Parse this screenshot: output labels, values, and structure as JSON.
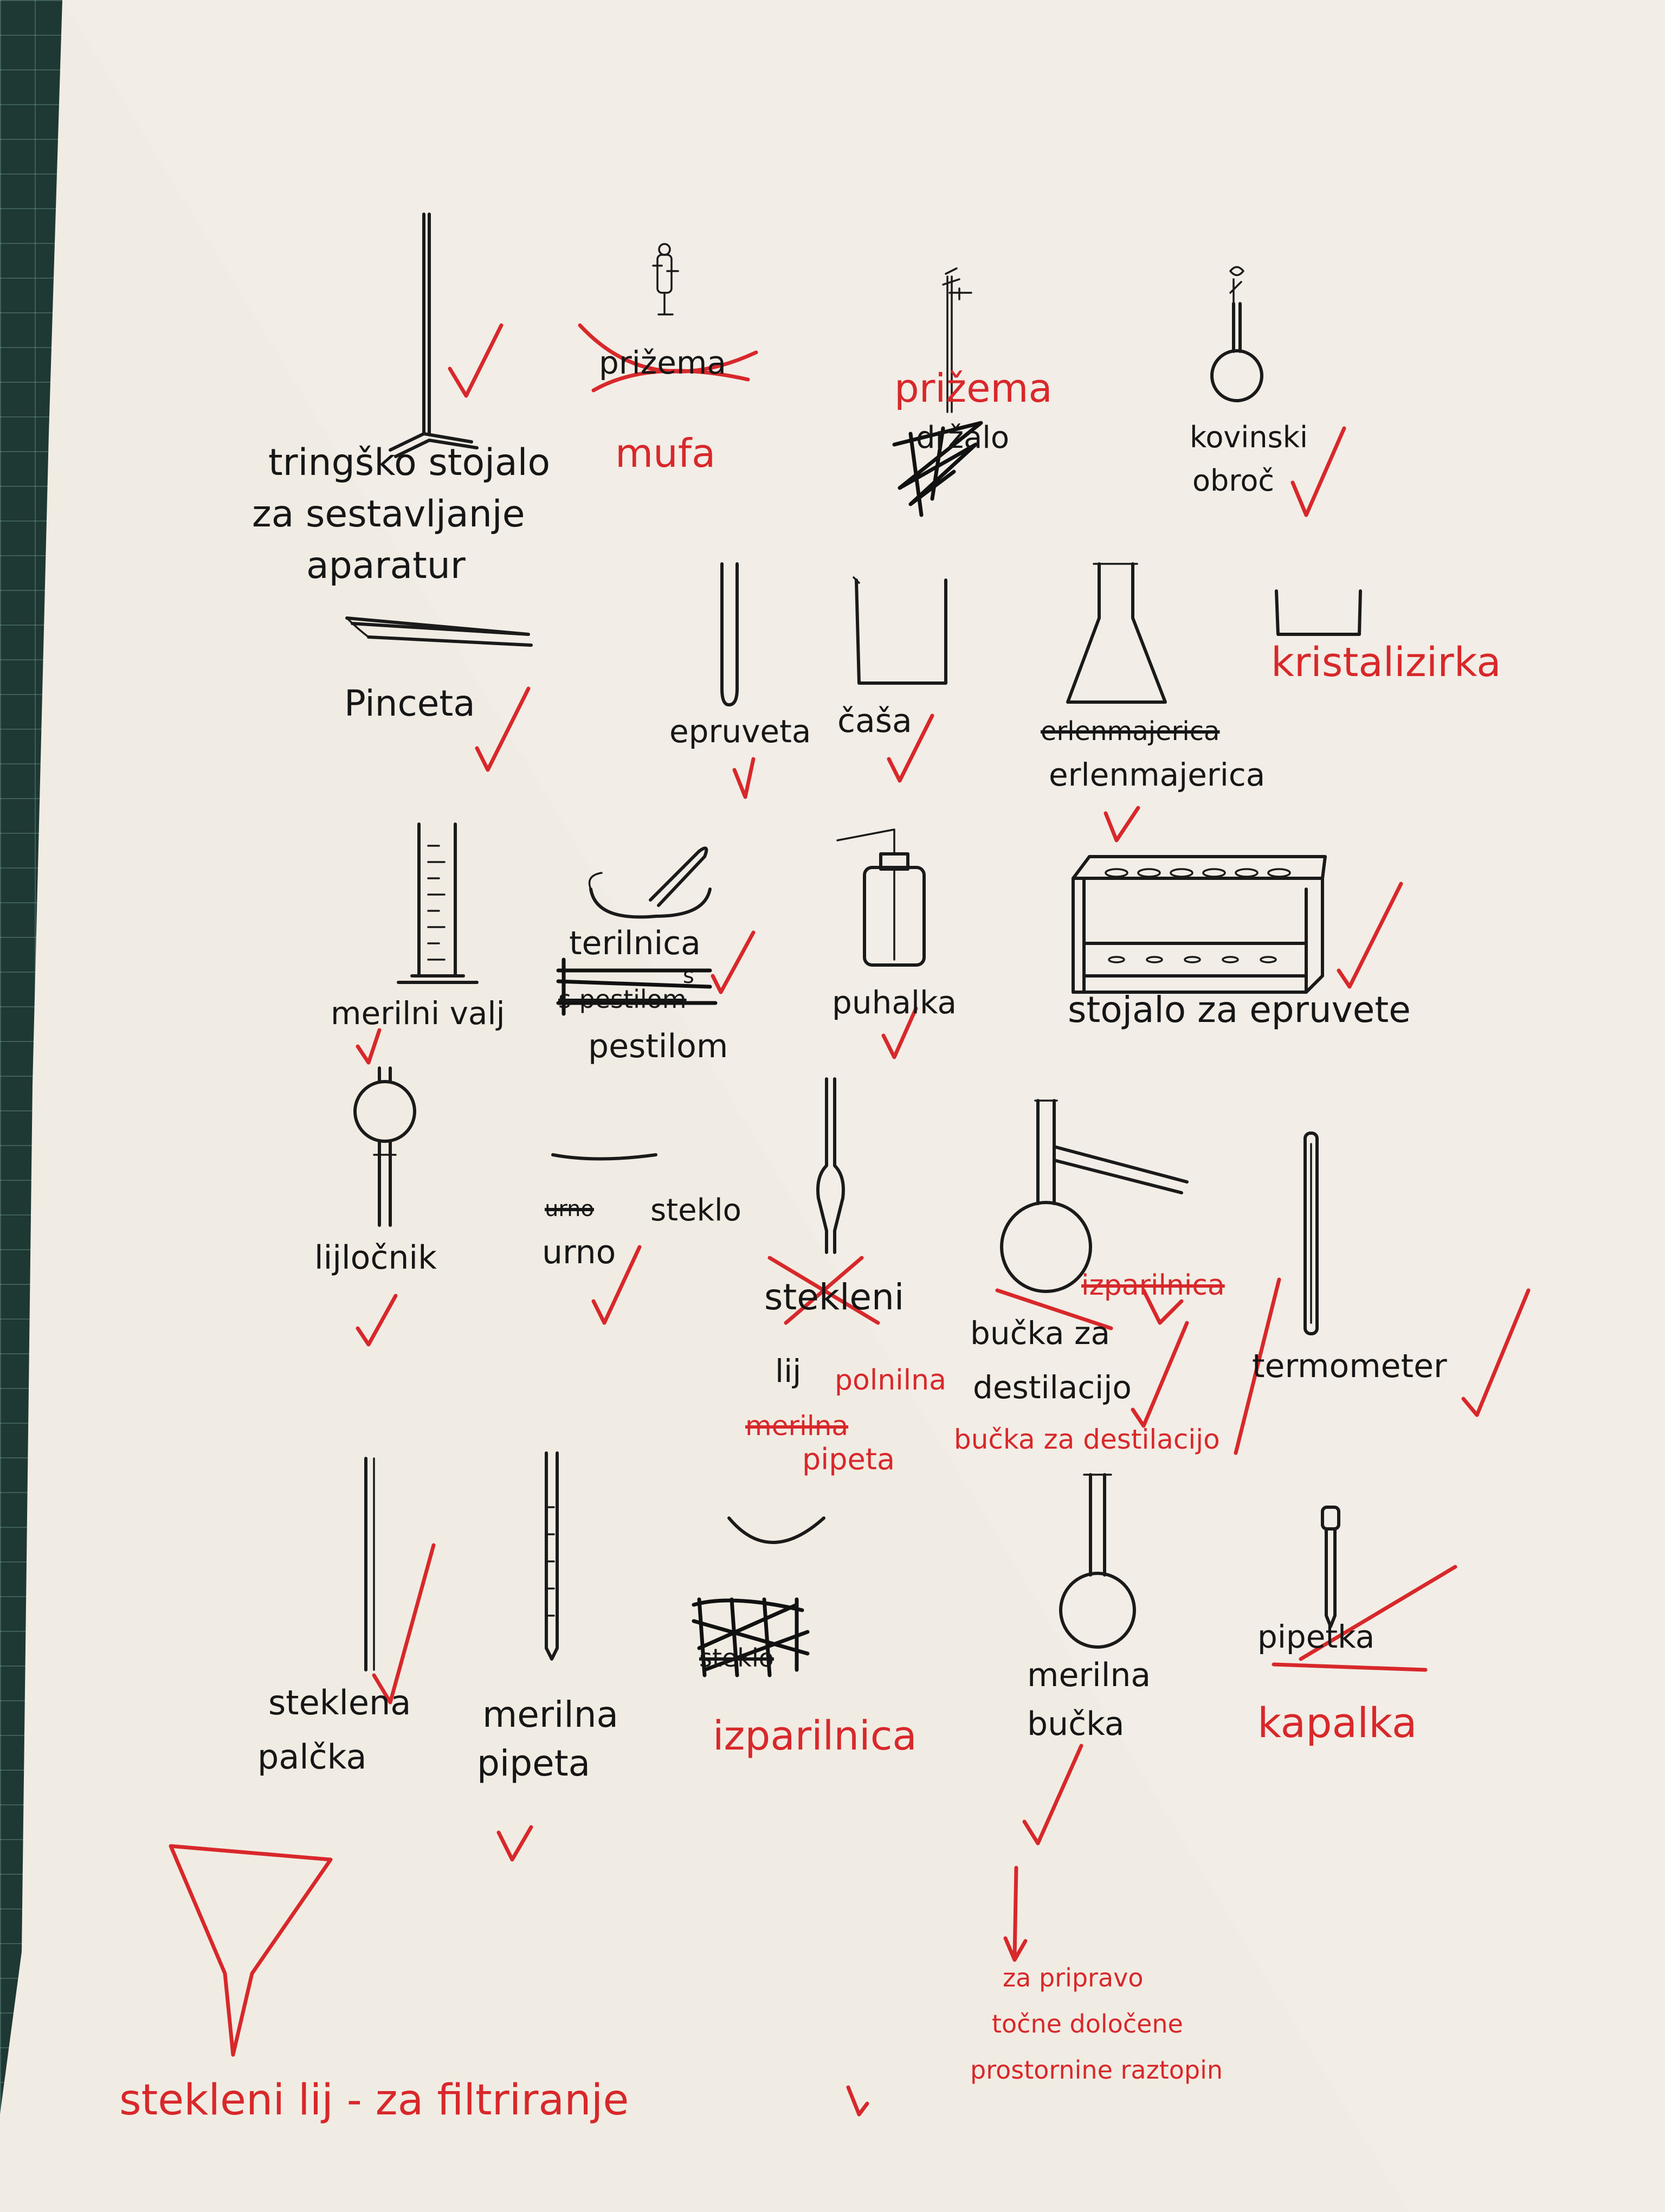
{
  "labels": {
    "tripod_stand": [
      "tringško stojalo",
      "za sestavljanje",
      "aparatur"
    ],
    "clamp_crossed": "prižema",
    "clamp_correction": "mufa",
    "clamp2_red": "prižema",
    "clamp2_crossed": "držalo",
    "ring": [
      "kovinski",
      "obroč"
    ],
    "tweezers": "Pinceta",
    "test_tube": "epruveta",
    "beaker": "čaša",
    "flask_crossed": "erlenmajerica",
    "flask": "erlenmajerica",
    "crystallizer": "kristalizirka",
    "cylinder": "merilni valj",
    "mortar": "terilnica",
    "mortar_small": "s",
    "mortar_crossed": "s pestilom",
    "mortar_pestle": "pestilom",
    "wash_bottle": "puhalka",
    "rack": "stojalo za epruvete",
    "separatory": "lijločnik",
    "watch_glass_crossed": "urno",
    "watch_glass_word": "steklo",
    "watch_glass": "urno",
    "pipette_crossed": "stekleni",
    "pipette_lij": "lij",
    "pipette_red": "polnilna",
    "pipette_red_crossed": "merilna",
    "pipette_red2": "pipeta",
    "distill_red_crossed": "izparilnica",
    "distill": [
      "bučka za",
      "destilacijo"
    ],
    "distill_red": "bučka za destilacijo",
    "thermometer": "termometer",
    "glass_rod": [
      "steklena",
      "palčka"
    ],
    "measuring_pipette": [
      "merilna",
      "pipeta"
    ],
    "evaporating_dish_crossed": "steklo",
    "evaporating_dish": "izparilnica",
    "volumetric_flask": [
      "merilna",
      "bučka"
    ],
    "dropper_crossed": "pipetka",
    "dropper": "kapalka",
    "volumetric_note": [
      "za pripravo",
      "točne določene",
      "prostornine raztopin"
    ],
    "funnel": "stekleni lij - za filtriranje"
  },
  "colors": {
    "paper": "#f3efe7",
    "ink": "#161616",
    "correction": "#d8282b",
    "mat": "#1e3833"
  }
}
